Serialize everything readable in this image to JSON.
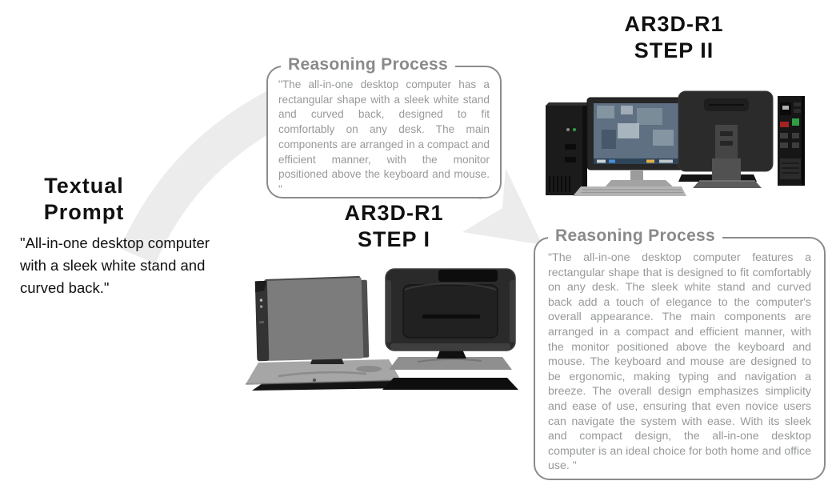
{
  "textual_prompt": {
    "title": "Textual\nPrompt",
    "quote": "\"All-in-one desktop computer with a sleek white stand and curved back.\""
  },
  "step1": {
    "title": "AR3D-R1\nSTEP I"
  },
  "step2": {
    "title": "AR3D-R1\nSTEP II"
  },
  "reasoning_step1": {
    "title": "Reasoning Process",
    "text": "\"The all-in-one desktop computer has a rectangular shape with a sleek white stand and curved back, designed to fit comfortably on any desk. The main components are arranged in a compact and efficient manner, with the monitor positioned above the keyboard and mouse. \""
  },
  "reasoning_step2": {
    "title": "Reasoning Process",
    "text": "\"The all-in-one desktop computer features a rectangular shape that is designed to fit comfortably on any desk. The sleek white stand and curved back add a touch of elegance to the computer's overall appearance. The main components are arranged in a compact and efficient manner, with the monitor positioned above the keyboard and mouse. The keyboard and mouse are designed to be ergonomic, making typing and navigation a breeze. The overall design emphasizes simplicity and ease of use, ensuring that even novice users can navigate the system with ease. With its sleek and compact design, the all-in-one desktop computer is an ideal choice for both home and office use. \""
  },
  "figures": {
    "step1_left": "gray-monitor-back-render",
    "step1_right": "dark-monitor-back-render",
    "step2_left": "desktop-computer-front-render",
    "step2_right": "desktop-computer-back-render"
  },
  "colors": {
    "heading_text": "#111111",
    "box_border": "#8b8b8b",
    "box_title_text": "#8a8a8a",
    "box_body_text": "#97999b",
    "arrow_fill": "#ececec"
  }
}
